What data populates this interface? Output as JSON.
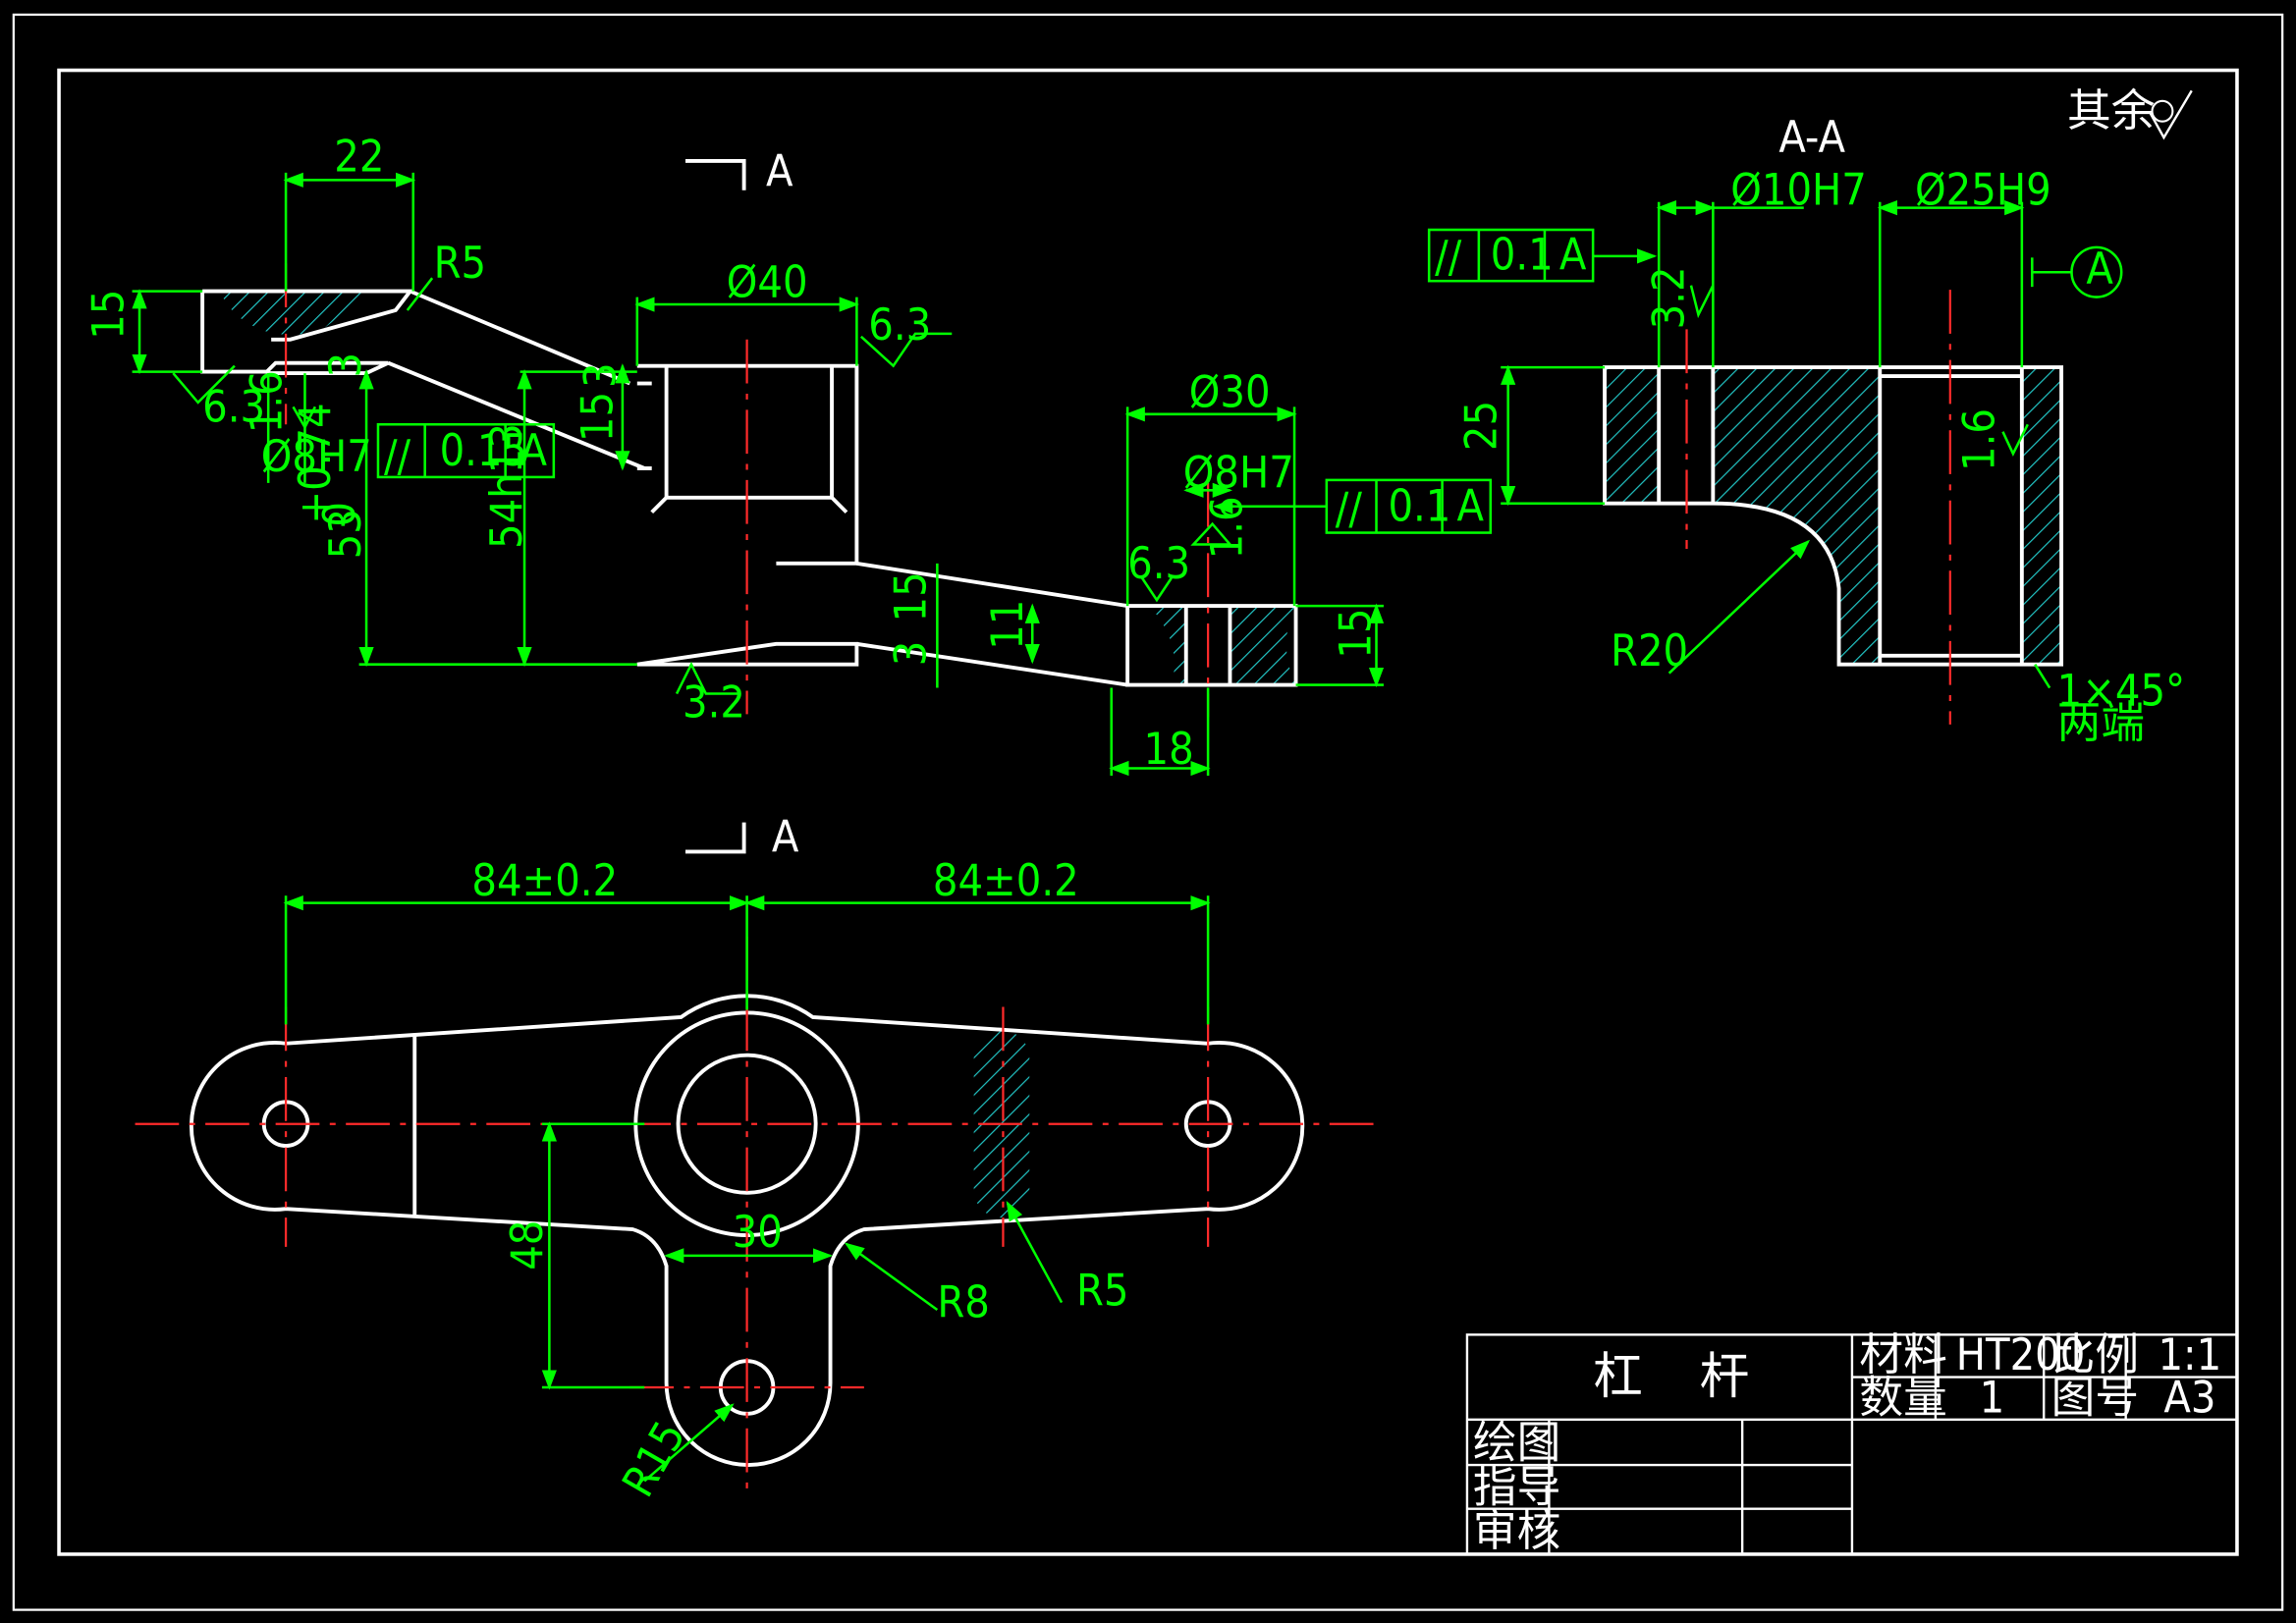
{
  "drawing": {
    "section_marker": "A",
    "section_title": "A-A",
    "remaining_roughness": "其余"
  },
  "front_view": {
    "dim_22": "22",
    "r5": "R5",
    "dim_15_left": "15",
    "rough_63_left": "6.3",
    "rough_16_left": "1.6",
    "hole_8h7": "Ø8H7",
    "tol_upper": "+0.74",
    "tol_lower": "0",
    "dim_53": "53",
    "dim_3_left": "3",
    "dim_54h13": "54h13",
    "dim_15_boss": "15",
    "dim_3_boss": "3",
    "dia_40": "Ø40",
    "rough_63_top": "6.3",
    "rough_32_bottom": "3.2",
    "dia_30": "Ø30",
    "hole_8h7_right": "Ø8H7",
    "rough_63_right": "6.3",
    "rough_16_right": "1.6",
    "dim_15_arm": "15",
    "dim_3_arm": "3",
    "dim_11": "11",
    "dim_15_right": "15",
    "dim_18": "18",
    "fcf_left": {
      "symbol": "//",
      "value": "0.15",
      "datum": "A"
    },
    "fcf_right": {
      "symbol": "//",
      "value": "0.1",
      "datum": "A"
    }
  },
  "section_view": {
    "dia_10h7": "Ø10H7",
    "dia_25h9": "Ø25H9",
    "rough_32": "3.2",
    "rough_16": "1.6",
    "dim_25": "25",
    "r20": "R20",
    "chamfer": "1×45°",
    "chamfer_note": "两端",
    "datum_label": "A",
    "fcf": {
      "symbol": "//",
      "value": "0.1",
      "datum": "A"
    }
  },
  "top_view": {
    "dim_84_left": "84±0.2",
    "dim_84_right": "84±0.2",
    "dim_30": "30",
    "dim_48": "48",
    "r8": "R8",
    "r5": "R5",
    "r15": "R15"
  },
  "title_block": {
    "part_name": "杠    杆",
    "material_label": "材料",
    "material_value": "HT200",
    "scale_label": "比例",
    "scale_value": "1:1",
    "quantity_label": "数量",
    "quantity_value": "1",
    "drawing_no_label": "图号",
    "drawing_no_value": "A3",
    "drawn_label": "绘图",
    "guided_label": "指导",
    "review_label": "审核"
  },
  "colors": {
    "background": "#000000",
    "outline": "#ffffff",
    "dimension": "#00ff00",
    "centerline": "#ff2a2a",
    "hatch": "#22c4c4"
  }
}
